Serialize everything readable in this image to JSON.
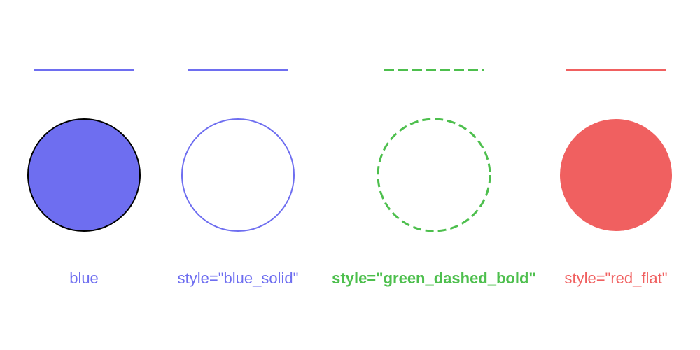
{
  "samples": [
    {
      "label": "blue",
      "line": {
        "color": "#6e6ef0",
        "dash": "solid",
        "weight": "normal"
      },
      "circle": {
        "fill": "#6e6ef0",
        "stroke": "#000000",
        "stroke_style": "solid"
      },
      "label_color": "#6e6ef0",
      "label_bold": false
    },
    {
      "label": "style=\"blue_solid\"",
      "line": {
        "color": "#6e6ef0",
        "dash": "solid",
        "weight": "normal"
      },
      "circle": {
        "fill": "none",
        "stroke": "#6e6ef0",
        "stroke_style": "solid"
      },
      "label_color": "#6e6ef0",
      "label_bold": false
    },
    {
      "label": "style=\"green_dashed_bold\"",
      "line": {
        "color": "#4dbf4d",
        "dash": "dashed",
        "weight": "bold"
      },
      "circle": {
        "fill": "none",
        "stroke": "#4dbf4d",
        "stroke_style": "dashed"
      },
      "label_color": "#4dbf4d",
      "label_bold": true
    },
    {
      "label": "style=\"red_flat\"",
      "line": {
        "color": "#f06060",
        "dash": "solid",
        "weight": "normal"
      },
      "circle": {
        "fill": "#f06060",
        "stroke": "none",
        "stroke_style": "none"
      },
      "label_color": "#f06060",
      "label_bold": false
    }
  ]
}
